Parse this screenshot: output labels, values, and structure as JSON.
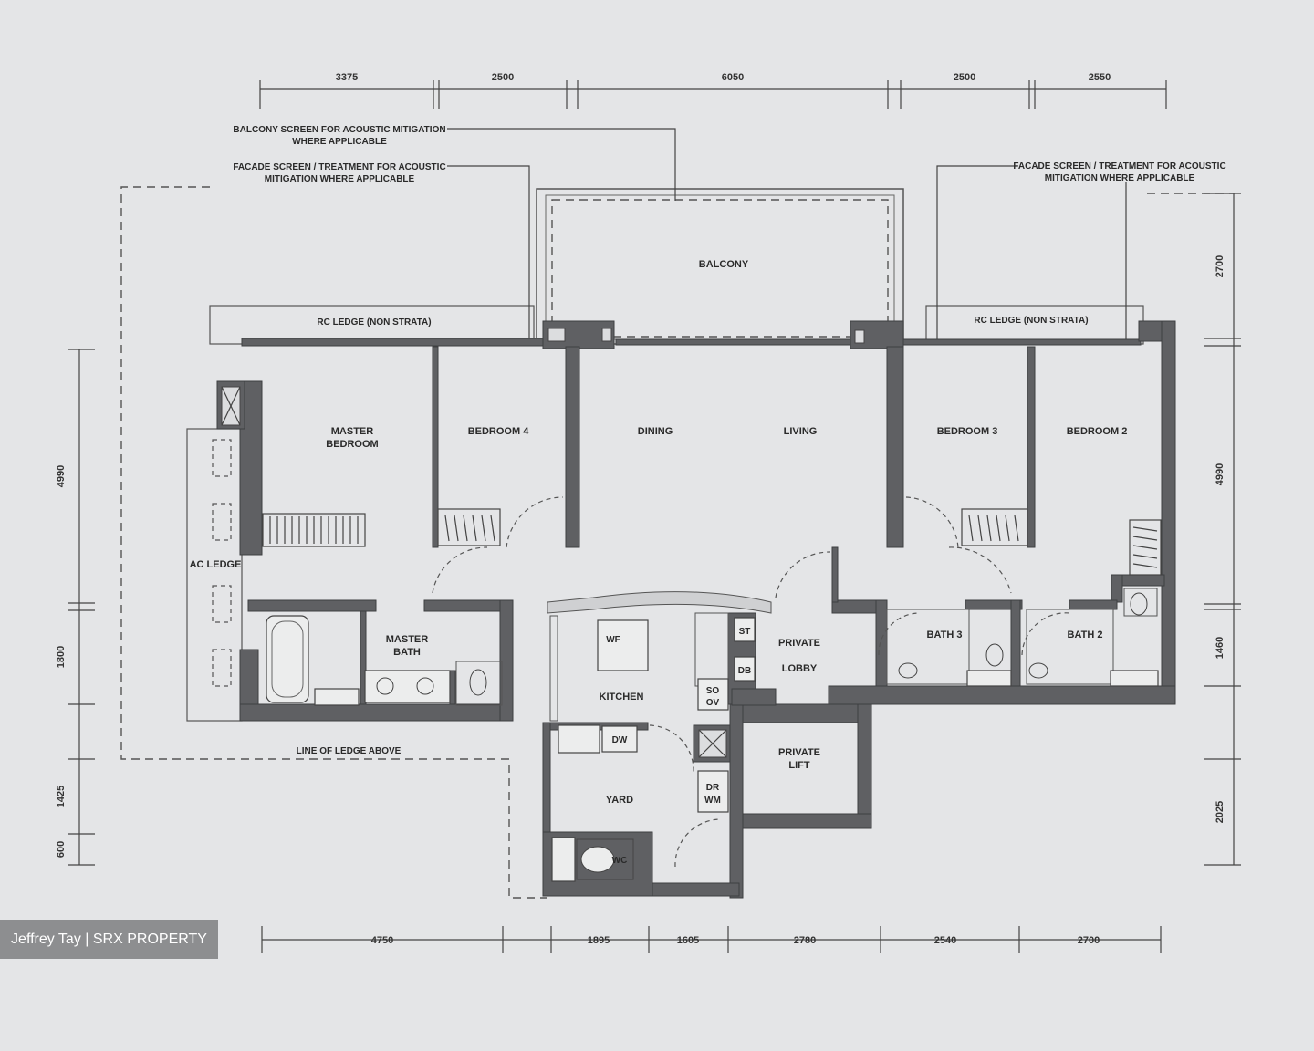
{
  "rooms": {
    "balcony": "BALCONY",
    "master_bedroom_1": "MASTER",
    "master_bedroom_2": "BEDROOM",
    "bedroom4": "BEDROOM 4",
    "dining": "DINING",
    "living": "LIVING",
    "bedroom3": "BEDROOM 3",
    "bedroom2": "BEDROOM 2",
    "ac_ledge": "AC LEDGE",
    "master_bath_1": "MASTER",
    "master_bath_2": "BATH",
    "wf": "WF",
    "kitchen": "KITCHEN",
    "dw": "DW",
    "yard": "YARD",
    "wc": "WC",
    "st": "ST",
    "db": "DB",
    "so": "SO",
    "ov": "OV",
    "dr": "DR",
    "wm": "WM",
    "private_lobby_1": "PRIVATE",
    "private_lobby_2": "LOBBY",
    "private_lift_1": "PRIVATE",
    "private_lift_2": "LIFT",
    "bath3": "BATH 3",
    "bath2": "BATH 2"
  },
  "notes": {
    "balcony_screen_1": "BALCONY SCREEN FOR ACOUSTIC MITIGATION",
    "balcony_screen_2": "WHERE APPLICABLE",
    "facade_left_1": "FACADE SCREEN / TREATMENT FOR ACOUSTIC",
    "facade_left_2": "MITIGATION WHERE APPLICABLE",
    "facade_right_1": "FACADE SCREEN / TREATMENT FOR ACOUSTIC",
    "facade_right_2": "MITIGATION WHERE APPLICABLE",
    "rc_ledge_left": "RC LEDGE (NON STRATA)",
    "rc_ledge_right": "RC LEDGE (NON STRATA)",
    "line_of_ledge": "LINE OF LEDGE ABOVE"
  },
  "dimensions": {
    "top": [
      "3375",
      "2500",
      "6050",
      "2500",
      "2550"
    ],
    "bottom": [
      "4750",
      "1895",
      "1605",
      "2780",
      "2540",
      "2700"
    ],
    "left": [
      "4990",
      "1800",
      "1425",
      "600"
    ],
    "right": [
      "2700",
      "4990",
      "1460",
      "2025"
    ]
  },
  "watermark": "Jeffrey Tay | SRX PROPERTY"
}
